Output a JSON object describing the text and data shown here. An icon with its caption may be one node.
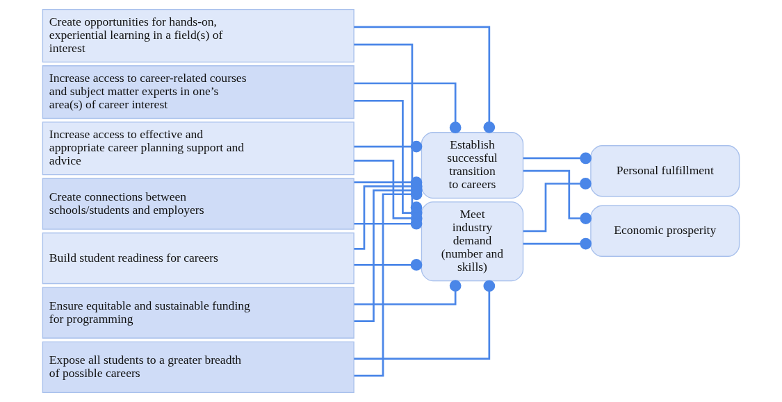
{
  "diagram": {
    "nodes": [
      {
        "text": [
          "Expose all students to a greater breadth of possible careers"
        ]
      },
      {
        "text": [
          "Create opportunities for hands-on, experiential learning in a field(s) of interest"
        ]
      },
      {
        "text": [
          "Increase access to career-related courses and subject matter experts in one’s area(s) of career interest"
        ]
      },
      {
        "text": [
          "Increase access to effective and appropriate career planning support and advice"
        ]
      },
      {
        "text": [
          "Create connections between schools/students and employers"
        ]
      },
      {
        "text": [
          "Build student readiness for careers"
        ]
      },
      {
        "text": [
          "Ensure equitable and sustainable funding for programming"
        ]
      },
      {
        "text": [
          "Establish successful transition to careers"
        ]
      },
      {
        "text": [
          "Meet industry demand (number and skills)"
        ]
      },
      {
        "text": [
          "Personal fulfillment"
        ]
      },
      {
        "text": [
          "Economic prosperity"
        ]
      }
    ],
    "edges": [
      {
        "from": 0,
        "to": 7,
        "arrow": "other"
      },
      {
        "from": 1,
        "to": 7,
        "arrow": "other"
      },
      {
        "from": 2,
        "to": 7,
        "arrow": "other"
      },
      {
        "from": 3,
        "to": 7,
        "arrow": "other"
      },
      {
        "from": 4,
        "to": 7,
        "arrow": "other"
      },
      {
        "from": 5,
        "to": 7,
        "arrow": "other"
      },
      {
        "from": 6,
        "to": 7,
        "arrow": "other"
      },
      {
        "from": 0,
        "to": 8,
        "arrow": "other"
      },
      {
        "from": 1,
        "to": 8,
        "arrow": "other"
      },
      {
        "from": 2,
        "to": 8,
        "arrow": "other"
      },
      {
        "from": 3,
        "to": 8,
        "arrow": "other"
      },
      {
        "from": 4,
        "to": 8,
        "arrow": "other"
      },
      {
        "from": 5,
        "to": 8,
        "arrow": "other"
      },
      {
        "from": 6,
        "to": 8,
        "arrow": "other"
      },
      {
        "from": 7,
        "to": 9,
        "arrow": "other"
      },
      {
        "from": 8,
        "to": 9,
        "arrow": "other"
      },
      {
        "from": 7,
        "to": 10,
        "arrow": "other"
      },
      {
        "from": 8,
        "to": 10,
        "arrow": "other"
      }
    ]
  }
}
